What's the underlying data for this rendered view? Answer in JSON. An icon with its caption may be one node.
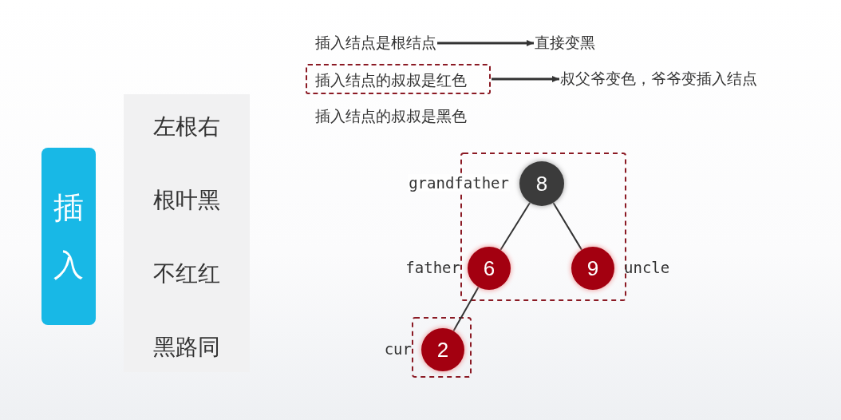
{
  "diagram": {
    "nodes": [
      {
        "text": [
          "插入"
        ]
      },
      {
        "text": [
          "左根右",
          "根叶黑",
          "不红红",
          "黑路同"
        ]
      },
      {
        "text": [
          "插入结点是根结点"
        ]
      },
      {
        "text": [
          "直接变黑"
        ]
      },
      {
        "text": [
          "插入结点的叔叔是红色"
        ]
      },
      {
        "text": [
          "叔父爷变色，爷爷变插入结点"
        ]
      },
      {
        "text": [
          "8"
        ],
        "beside": [
          "grandfather"
        ]
      },
      {
        "text": [
          "6"
        ],
        "beside": [
          "father"
        ]
      },
      {
        "text": [
          "9"
        ],
        "beside": [
          "uncle"
        ]
      },
      {
        "text": [
          "2"
        ],
        "beside": [
          "cur"
        ]
      }
    ],
    "edges": [
      {
        "from": 2,
        "to": 3,
        "arrow": "to"
      },
      {
        "from": 4,
        "to": 5,
        "arrow": "to"
      },
      {
        "from": 6,
        "to": 7,
        "arrow": "none"
      },
      {
        "from": 6,
        "to": 8,
        "arrow": "none"
      },
      {
        "from": 7,
        "to": 9,
        "arrow": "none"
      }
    ],
    "labels": [
      "插入结点的叔叔是黑色"
    ]
  }
}
